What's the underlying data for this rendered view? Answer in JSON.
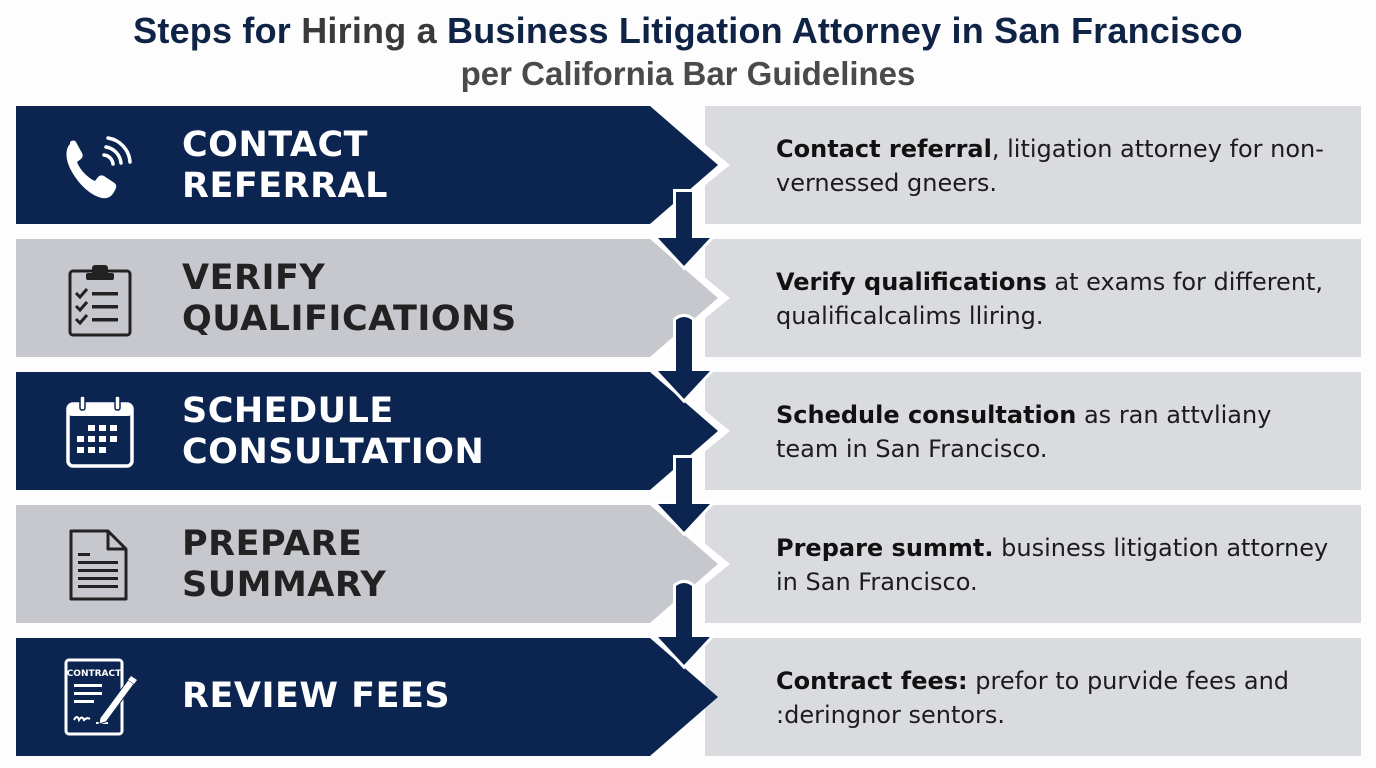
{
  "title": {
    "part1": "Steps for ",
    "part2": "Hiring a ",
    "part3": "Business Litigation Attorney in San Francisco",
    "subtitle": "per California Bar Guidelines"
  },
  "colors": {
    "navy": "#0b2550",
    "gray_left": "#c6c8cd",
    "gray_right": "#d9dbdf",
    "title_navy": "#0f2346",
    "subtitle_gray": "#4a4a4a"
  },
  "steps": [
    {
      "icon": "phone-icon",
      "style": "dark",
      "title_line1": "CONTACT",
      "title_line2": "REFERRAL",
      "desc_bold": "Contact referral",
      "desc_rest": ", litigation attorney for non-vernessed gneers."
    },
    {
      "icon": "clipboard-checklist-icon",
      "style": "light",
      "title_line1": "VERIFY",
      "title_line2": "QUALIFICATIONS",
      "desc_bold": "Verify qualifications",
      "desc_rest": " at exams for different, qualificalcalims lliring."
    },
    {
      "icon": "calendar-icon",
      "style": "dark",
      "title_line1": "SCHEDULE",
      "title_line2": "CONSULTATION",
      "desc_bold": "Schedule consultation",
      "desc_rest": " as ran attvliany team in San Francisco."
    },
    {
      "icon": "document-icon",
      "style": "light",
      "title_line1": "PREPARE",
      "title_line2": "SUMMARY",
      "desc_bold": "Prepare summt.",
      "desc_rest": " business litigation attorney in San Francisco."
    },
    {
      "icon": "contract-sign-icon",
      "style": "dark",
      "title_line1": "REVIEW FEES",
      "title_line2": "",
      "desc_bold": "Contract fees:",
      "desc_rest": " prefor to purvide fees and :deringnor sentors.",
      "icon_label": "CONTRACT"
    }
  ]
}
